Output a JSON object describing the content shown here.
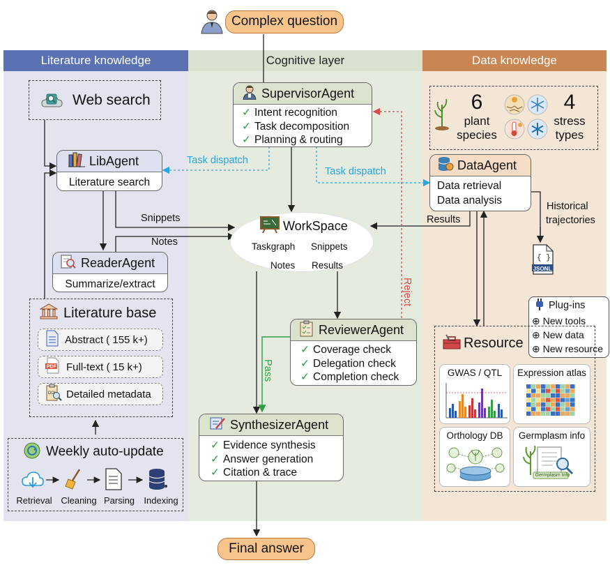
{
  "question": "Complex question",
  "final_answer": "Final answer",
  "columns": {
    "literature": "Literature knowledge",
    "cognitive": "Cognitive layer",
    "data": "Data knowledge"
  },
  "web_search": "Web search",
  "lib_agent": {
    "title": "LibAgent",
    "item": "Literature search"
  },
  "reader_agent": {
    "title": "ReaderAgent",
    "item": "Summarize/extract"
  },
  "literature_base": {
    "title": "Literature base",
    "items": [
      "Abstract ( 155 k+)",
      "Full-text ( 15 k+)",
      "Detailed metadata"
    ]
  },
  "weekly": {
    "title": "Weekly auto-update",
    "steps": [
      "Retrieval",
      "Cleaning",
      "Parsing",
      "Indexing"
    ]
  },
  "supervisor": {
    "title": "SupervisorAgent",
    "items": [
      "Intent recognition",
      "Task decomposition",
      "Planning & routing"
    ]
  },
  "workspace": {
    "title": "WorkSpace",
    "items": [
      "Taskgraph",
      "Snippets",
      "Notes",
      "Results"
    ]
  },
  "reviewer": {
    "title": "ReviewerAgent",
    "items": [
      "Coverage check",
      "Delegation check",
      "Completion check"
    ]
  },
  "synthesizer": {
    "title": "SynthesizerAgent",
    "items": [
      "Evidence synthesis",
      "Answer generation",
      "Citation & trace"
    ]
  },
  "species": {
    "count": "6",
    "label1": "plant",
    "label2": "species"
  },
  "stress": {
    "count": "4",
    "label1": "stress",
    "label2": "types"
  },
  "data_agent": {
    "title": "DataAgent",
    "items": [
      "Data retrieval",
      "Data analysis"
    ]
  },
  "historical": {
    "line1": "Historical",
    "line2": "trajectories",
    "file": "JSONL"
  },
  "plugins": {
    "title": "Plug-ins",
    "items": [
      "New tools",
      "New data",
      "New resource"
    ]
  },
  "resource": {
    "title": "Resource",
    "panels": [
      "GWAS / QTL",
      "Expression atlas",
      "Orthology DB",
      "Germplasm info"
    ],
    "germplasm_caption": "Germplasm Info"
  },
  "edges": {
    "task_dispatch_left": "Task dispatch",
    "task_dispatch_right": "Task dispatch",
    "snippets": "Snippets",
    "notes": "Notes",
    "results": "Results",
    "reject": "Reject",
    "pass": "Pass"
  },
  "colors": {
    "literature_bg": "#e3e4f0",
    "literature_head": "#5a71b4",
    "cognitive_bg": "#e6ebdf",
    "cognitive_head": "#d9e2cf",
    "data_bg": "#f4e6d6",
    "data_head": "#c98552",
    "pill": "#f7c58c",
    "dispatch": "#29a6e0",
    "reject": "#d94a4a",
    "pass": "#2ea043"
  }
}
